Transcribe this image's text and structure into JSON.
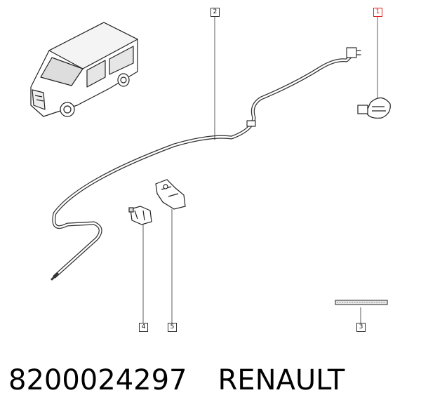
{
  "callouts": {
    "c1": "1",
    "c2": "2",
    "c3": "3",
    "c4": "4",
    "c5": "5"
  },
  "footer": {
    "part_number": "8200024297",
    "brand": "RENAULT"
  },
  "colors": {
    "highlight_callout": "#dd2222",
    "line": "#333333"
  }
}
